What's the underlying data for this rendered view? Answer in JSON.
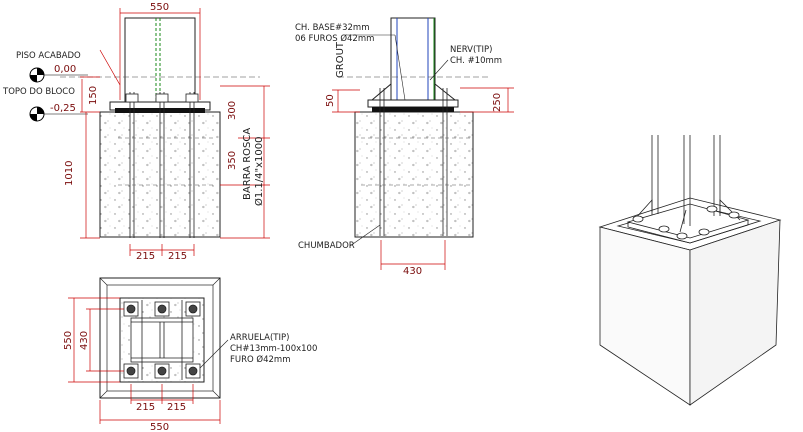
{
  "colors": {
    "dimension": "#cc0000",
    "outline": "#222222",
    "hatch": "#777777",
    "green": "#1a8a1a",
    "blue": "#2244bb",
    "level_marker": "#000000"
  },
  "elevation_left": {
    "top_width": "550",
    "piso_acabado": "PISO ACABADO",
    "piso_level": "0,00",
    "topo_bloco": "TOPO DO BLOCO",
    "topo_level": "-0,25",
    "dim_150": "150",
    "dim_1010": "1010",
    "dim_300": "300",
    "dim_350": "350",
    "barra_rosca_1": "BARRA ROSCA",
    "barra_rosca_2": "Ø1.1/4\"x1000",
    "dim_215a": "215",
    "dim_215b": "215"
  },
  "elevation_mid": {
    "ch_base": "CH. BASE#32mm",
    "furos": "06 FUROS Ø42mm",
    "nerv": "NERV(TIP)",
    "nerv_ch": "CH. #10mm",
    "grout": "GROUT",
    "dim_50": "50",
    "dim_250": "250",
    "chumbador": "CHUMBADOR",
    "dim_430": "430"
  },
  "plan": {
    "dim_550_left": "550",
    "dim_430_left": "430",
    "arruela": "ARRUELA(TIP)",
    "arruela_ch": "CH#13mm-100x100",
    "arruela_furo": "FURO Ø42mm",
    "dim_215a": "215",
    "dim_215b": "215",
    "dim_550_bottom": "550"
  },
  "isometric": {}
}
